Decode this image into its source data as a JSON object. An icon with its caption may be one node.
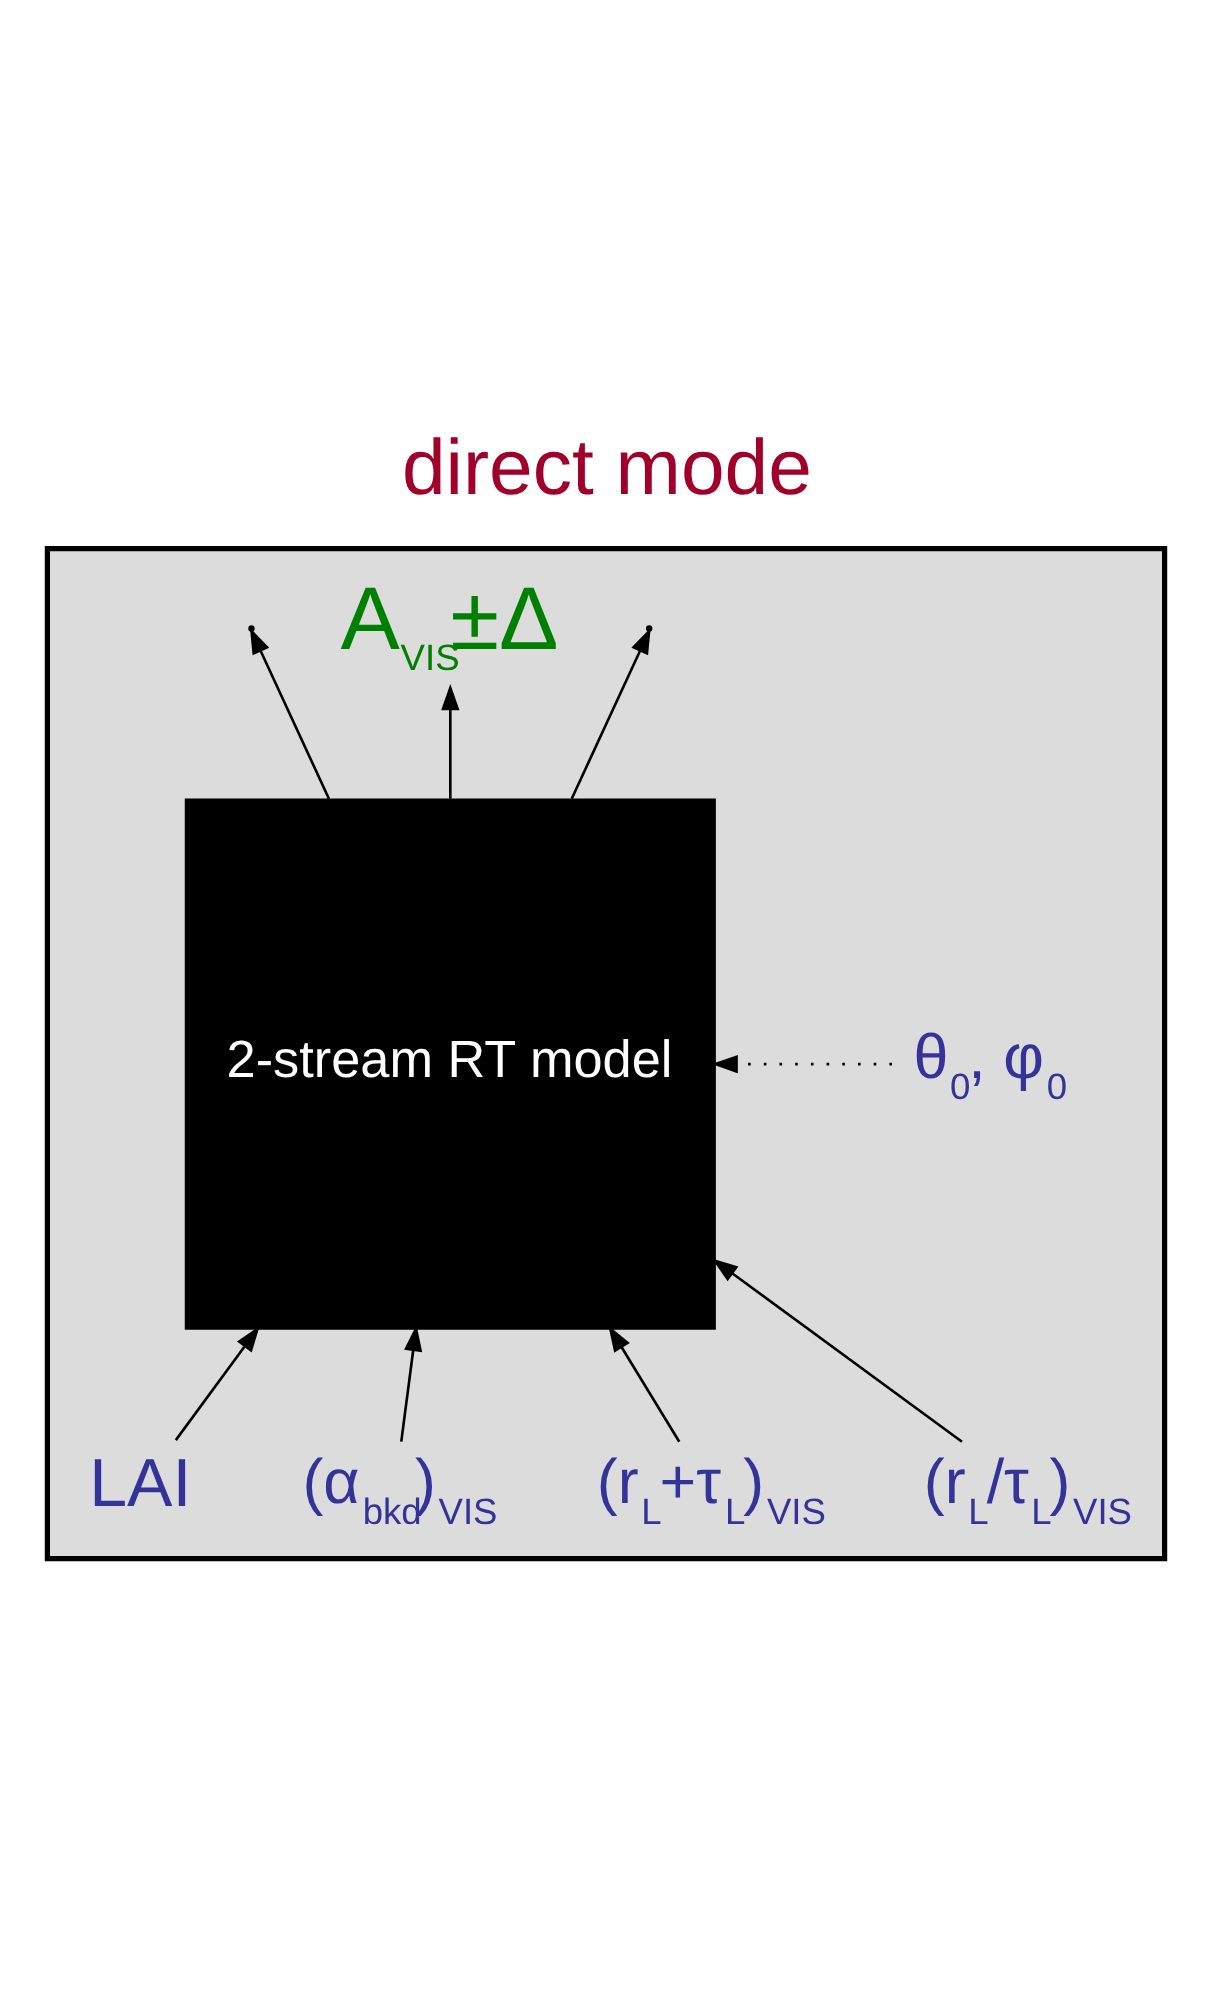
{
  "diagram": {
    "title": "direct mode",
    "nodes": [
      {
        "text": [],
        "shape": "box"
      },
      {
        "text": [
          "2-stream RT model"
        ],
        "in": 0
      },
      {
        "text": [
          "A$_{VIS}$±Δ"
        ],
        "in": 0
      },
      {
        "text": [
          "θ$_{0}$, φ$_{0}$"
        ],
        "in": 0
      },
      {
        "text": [
          "(r$_{L}$/τ$_{L}$)$_{VIS}$"
        ],
        "in": 0
      },
      {
        "text": [
          "(r$_{L}$+τ$_{L}$)$_{VIS}$"
        ],
        "in": 0
      },
      {
        "text": [
          "(α$_{bkd}$)$_{VIS}$"
        ],
        "in": 0
      },
      {
        "text": [
          "LAI"
        ],
        "in": 0
      }
    ],
    "edges": [
      {
        "from": 1,
        "to": null,
        "arrow": "to"
      },
      {
        "from": 1,
        "to": 2,
        "arrow": "to"
      },
      {
        "from": 1,
        "to": null,
        "arrow": "to"
      },
      {
        "from": 3,
        "to": 1,
        "arrow": "to",
        "style": "dashed"
      },
      {
        "from": 4,
        "to": 1,
        "arrow": "to"
      },
      {
        "from": 5,
        "to": 1,
        "arrow": "to"
      },
      {
        "from": 6,
        "to": 1,
        "arrow": "to"
      },
      {
        "from": 7,
        "to": 1,
        "arrow": "to"
      }
    ]
  }
}
